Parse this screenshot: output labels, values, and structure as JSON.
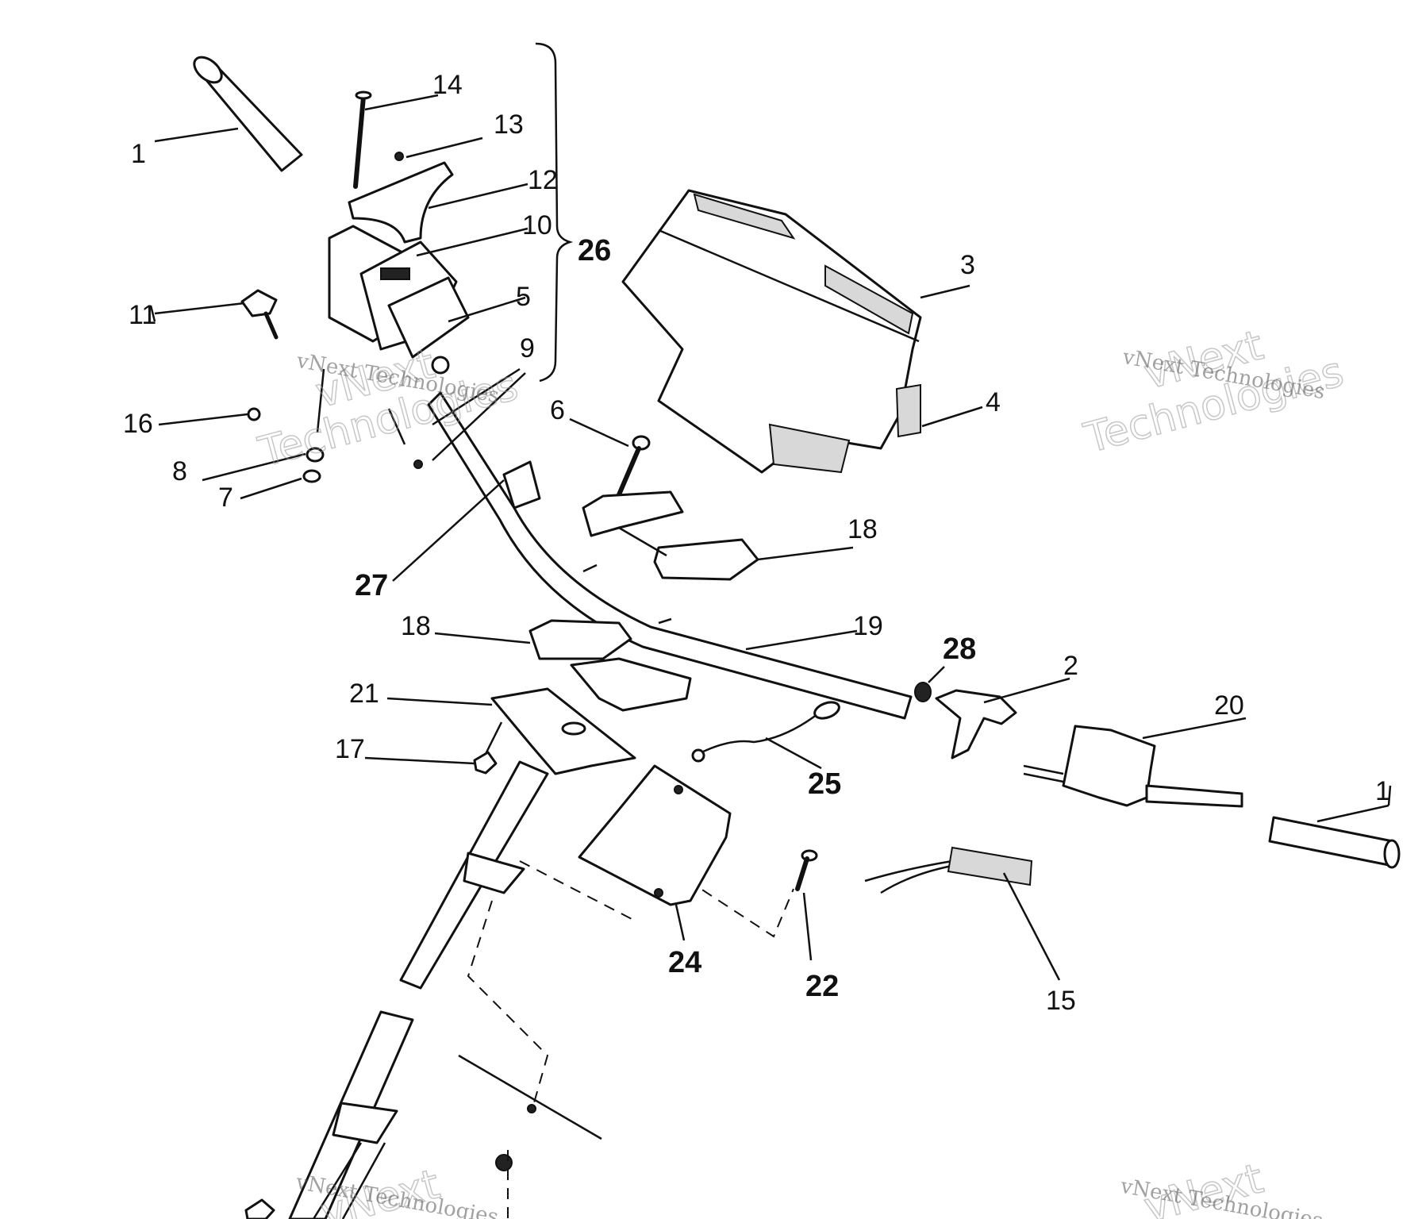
{
  "labels": {
    "l1a": "1",
    "l1b": "1",
    "l2": "2",
    "l3": "3",
    "l4": "4",
    "l5": "5",
    "l6": "6",
    "l7": "7",
    "l8": "8",
    "l9": "9",
    "l10": "10",
    "l11": "11",
    "l12": "12",
    "l13": "13",
    "l14": "14",
    "l15": "15",
    "l16": "16",
    "l17": "17",
    "l18a": "18",
    "l18b": "18",
    "l19": "19",
    "l20": "20",
    "l21": "21",
    "l22": "22",
    "l24": "24",
    "l25": "25",
    "l26": "26",
    "l27": "27",
    "l28": "28"
  },
  "watermark": {
    "line1": "vNext Technologies",
    "big1": "vNext",
    "big2": "Technologies"
  },
  "colors": {
    "ink": "#111111",
    "paper": "#ffffff",
    "watermark": "#9a9a9a"
  }
}
